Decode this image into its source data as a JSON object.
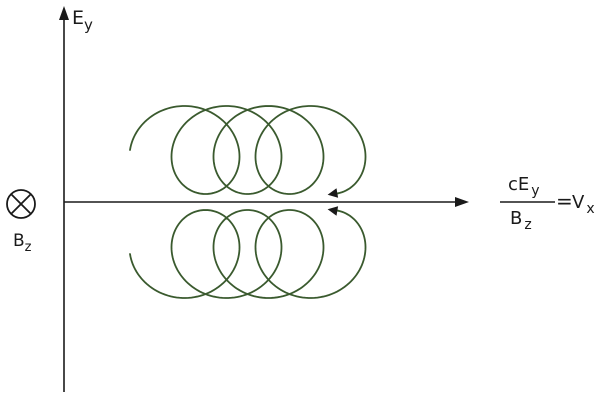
{
  "labels": {
    "y_axis": {
      "main": "E",
      "sub": "y"
    },
    "b_field": {
      "main": "B",
      "sub": "z"
    },
    "drift": {
      "numerator": {
        "main": "cE",
        "sub": "y"
      },
      "denominator": {
        "main": "B",
        "sub": "z"
      },
      "equals": "=",
      "rhs": {
        "main": "V",
        "sub": "x"
      }
    }
  },
  "colors": {
    "axis": "#1a1a1a",
    "trajectory": "#3a5a2e"
  },
  "icons": {
    "b_field_symbol": "circled-cross-into-page-icon"
  }
}
